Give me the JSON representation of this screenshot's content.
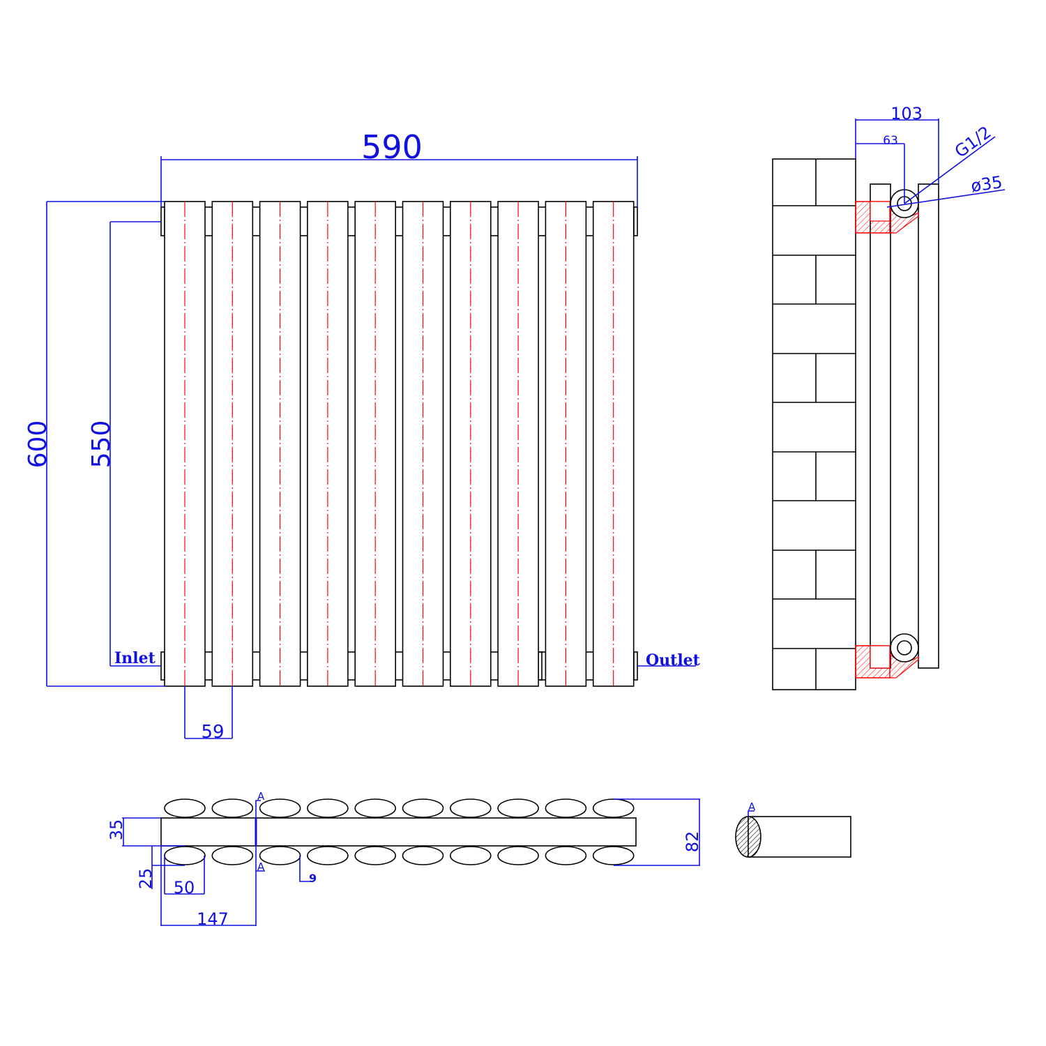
{
  "front_view": {
    "width_label": "590",
    "height_label": "600",
    "centers_label": "550",
    "column_width_label": "59",
    "inlet_label": "Inlet",
    "outlet_label": "Outlet",
    "column_count": 10
  },
  "side_view": {
    "depth_label": "103",
    "pipe_offset_label": "63",
    "thread_label": "G1/2",
    "diameter_label": "ø35"
  },
  "plan_view": {
    "bar_label": "35",
    "offset_label": "25",
    "tube_width_label": "50",
    "bracket_label": "147",
    "gap_label": "9",
    "depth_label": "82",
    "section_marker_top": "A",
    "section_marker_bottom": "A"
  },
  "section_view": {
    "marker": "A"
  },
  "colors": {
    "dimension": "#1010e0",
    "outline": "#000000",
    "centerline": "#ff0000"
  }
}
